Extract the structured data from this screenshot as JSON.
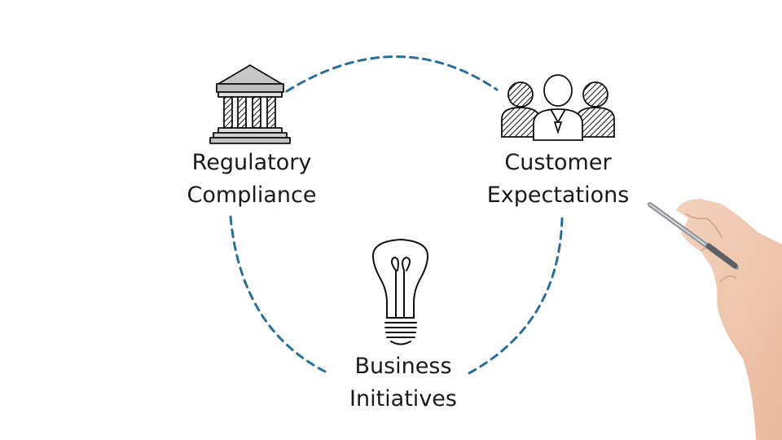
{
  "diagram": {
    "nodes": [
      {
        "id": "regulatory",
        "icon": "bank-building-icon",
        "lines": [
          "Regulatory",
          "Compliance"
        ]
      },
      {
        "id": "customer",
        "icon": "people-group-icon",
        "lines": [
          "Customer",
          "Expectations"
        ]
      },
      {
        "id": "business",
        "icon": "lightbulb-icon",
        "lines": [
          "Business",
          "Initiatives"
        ]
      }
    ],
    "connector": {
      "style": "dashed",
      "color": "#2a6f9b"
    },
    "decoration": "hand-holding-pen-icon"
  }
}
